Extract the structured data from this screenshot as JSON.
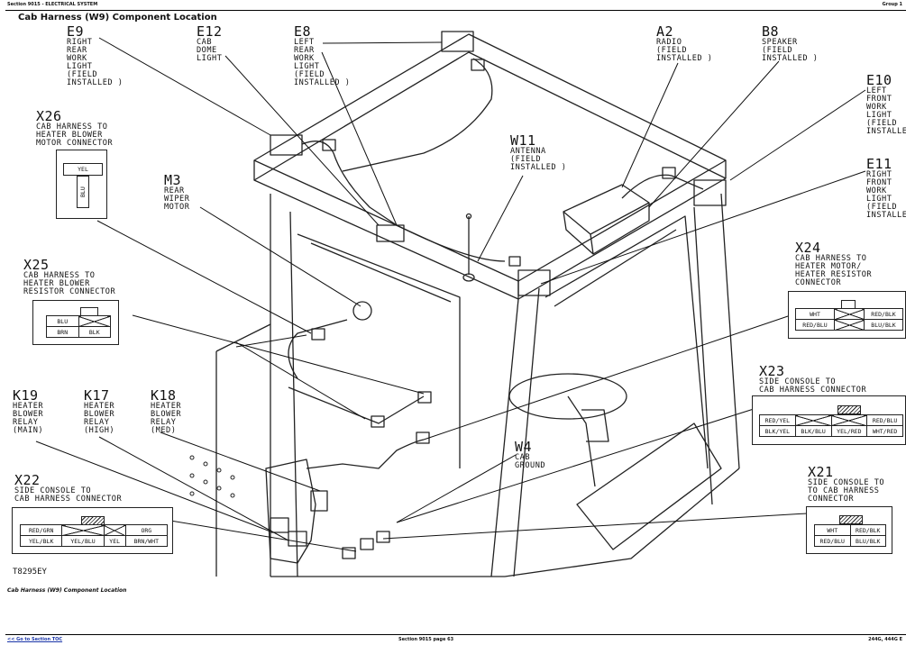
{
  "header": {
    "left": "Section 9015 - ELECTRICAL SYSTEM",
    "right": "Group 1"
  },
  "page_title": "Cab Harness (W9) Component Location",
  "figure_id": "T8295EY",
  "caption": "Cab Harness (W9) Component Location",
  "footer": {
    "link": "<< Go to Section TOC",
    "center": "Section 9015 page 63",
    "right": "244G, 444G E"
  },
  "components": [
    {
      "code": "E9",
      "desc": "RIGHT\nREAR\nWORK\nLIGHT\n(FIELD\nINSTALLED )"
    },
    {
      "code": "E12",
      "desc": "CAB\nDOME\nLIGHT"
    },
    {
      "code": "E8",
      "desc": "LEFT\nREAR\nWORK\nLIGHT\n(FIELD\nINSTALLED )"
    },
    {
      "code": "A2",
      "desc": "RADIO\n(FIELD\nINSTALLED )"
    },
    {
      "code": "B8",
      "desc": "SPEAKER\n(FIELD\nINSTALLED )"
    },
    {
      "code": "E10",
      "desc": "LEFT\nFRONT\nWORK\nLIGHT\n(FIELD\nINSTALLED )"
    },
    {
      "code": "E11",
      "desc": "RIGHT\nFRONT\nWORK\nLIGHT\n(FIELD\nINSTALLED )"
    },
    {
      "code": "W11",
      "desc": "ANTENNA\n(FIELD\nINSTALLED )"
    },
    {
      "code": "M3",
      "desc": "REAR\nWIPER\nMOTOR"
    },
    {
      "code": "X26",
      "desc": "CAB HARNESS TO\nHEATER BLOWER\nMOTOR CONNECTOR"
    },
    {
      "code": "X25",
      "desc": "CAB HARNESS TO\nHEATER BLOWER\nRESISTOR CONNECTOR"
    },
    {
      "code": "X24",
      "desc": "CAB HARNESS TO\nHEATER MOTOR/\nHEATER RESISTOR\nCONNECTOR"
    },
    {
      "code": "X23",
      "desc": "SIDE CONSOLE TO\nCAB HARNESS CONNECTOR"
    },
    {
      "code": "K19",
      "desc": "HEATER\nBLOWER\nRELAY\n(MAIN)"
    },
    {
      "code": "K17",
      "desc": "HEATER\nBLOWER\nRELAY\n(HIGH)"
    },
    {
      "code": "K18",
      "desc": "HEATER\nBLOWER\nRELAY\n(MED)"
    },
    {
      "code": "W4",
      "desc": "CAB\nGROUND"
    },
    {
      "code": "X22",
      "desc": "SIDE CONSOLE TO\nCAB HARNESS CONNECTOR"
    },
    {
      "code": "X21",
      "desc": "SIDE CONSOLE TO\nTO CAB HARNESS\nCONNECTOR"
    }
  ],
  "connectors": {
    "x26": {
      "top": "YEL",
      "side": "BLU"
    },
    "x25": {
      "r1": [
        "BLU",
        ""
      ],
      "r2": [
        "BRN",
        "BLK"
      ]
    },
    "x24": {
      "r1": [
        "WHT",
        "",
        "RED/BLK"
      ],
      "r2": [
        "RED/BLU",
        "",
        "BLU/BLK"
      ]
    },
    "x23": {
      "r1": [
        "RED/YEL",
        "",
        "",
        "RED/BLU"
      ],
      "r2": [
        "BLK/YEL",
        "BLK/BLU",
        "YEL/RED",
        "WHT/RED"
      ]
    },
    "x22": {
      "r1": [
        "RED/GRN",
        "",
        "",
        "ORG"
      ],
      "r2": [
        "YEL/BLK",
        "YEL/BLU",
        "YEL",
        "BRN/WHT"
      ]
    },
    "x21": {
      "r1": [
        "WHT",
        "RED/BLK"
      ],
      "r2": [
        "RED/BLU",
        "BLU/BLK"
      ]
    }
  }
}
